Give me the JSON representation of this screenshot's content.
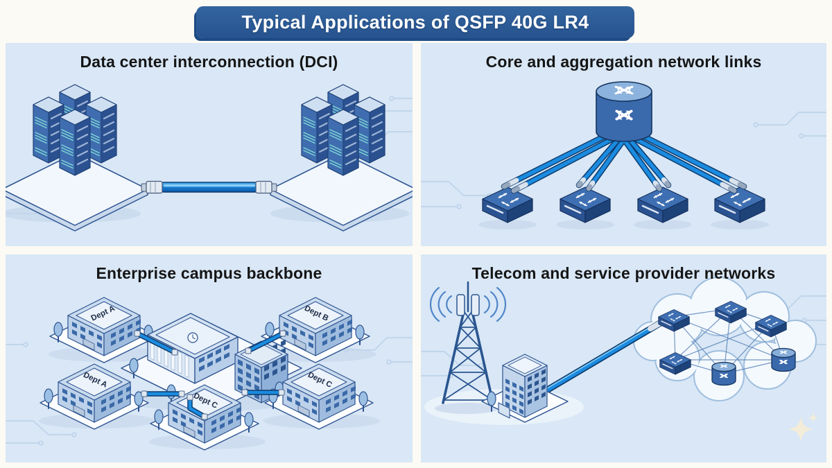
{
  "page": {
    "title": "Typical Applications of QSFP 40G LR4",
    "background_color": "#fcfaf4",
    "banner_color": "#2b5b9d",
    "panel_color": "#d9e7f6",
    "cable_blue": "#1787d8",
    "cable_outline": "#0d3a6b",
    "device_blue": "#3a69ac",
    "line_art_blue": "#2c5390",
    "heading_color": "#151515",
    "title_color": "#ffffff"
  },
  "panels": {
    "dci": {
      "title": "Data center interconnection (DCI)",
      "icons": [
        "server-rack-cluster",
        "qsfp-cable-with-transceivers",
        "server-rack-cluster"
      ]
    },
    "core_aggregation": {
      "title": "Core and aggregation network links",
      "icons": [
        "core-router",
        "fiber-cables",
        "aggregation-switches"
      ]
    },
    "campus": {
      "title": "Enterprise campus backbone",
      "buildings": {
        "top_left": "Dept A",
        "top_right": "Dept B",
        "mid_left": "Dept A",
        "bottom_center": "Dept C",
        "mid_right": "Dept C"
      },
      "icons": [
        "main-campus-building",
        "department-buildings",
        "backbone-cables"
      ]
    },
    "telecom": {
      "title": "Telecom and service provider networks",
      "icons": [
        "cell-tower",
        "office-building",
        "fiber-cable",
        "provider-cloud-mesh",
        "sparkle"
      ]
    }
  }
}
